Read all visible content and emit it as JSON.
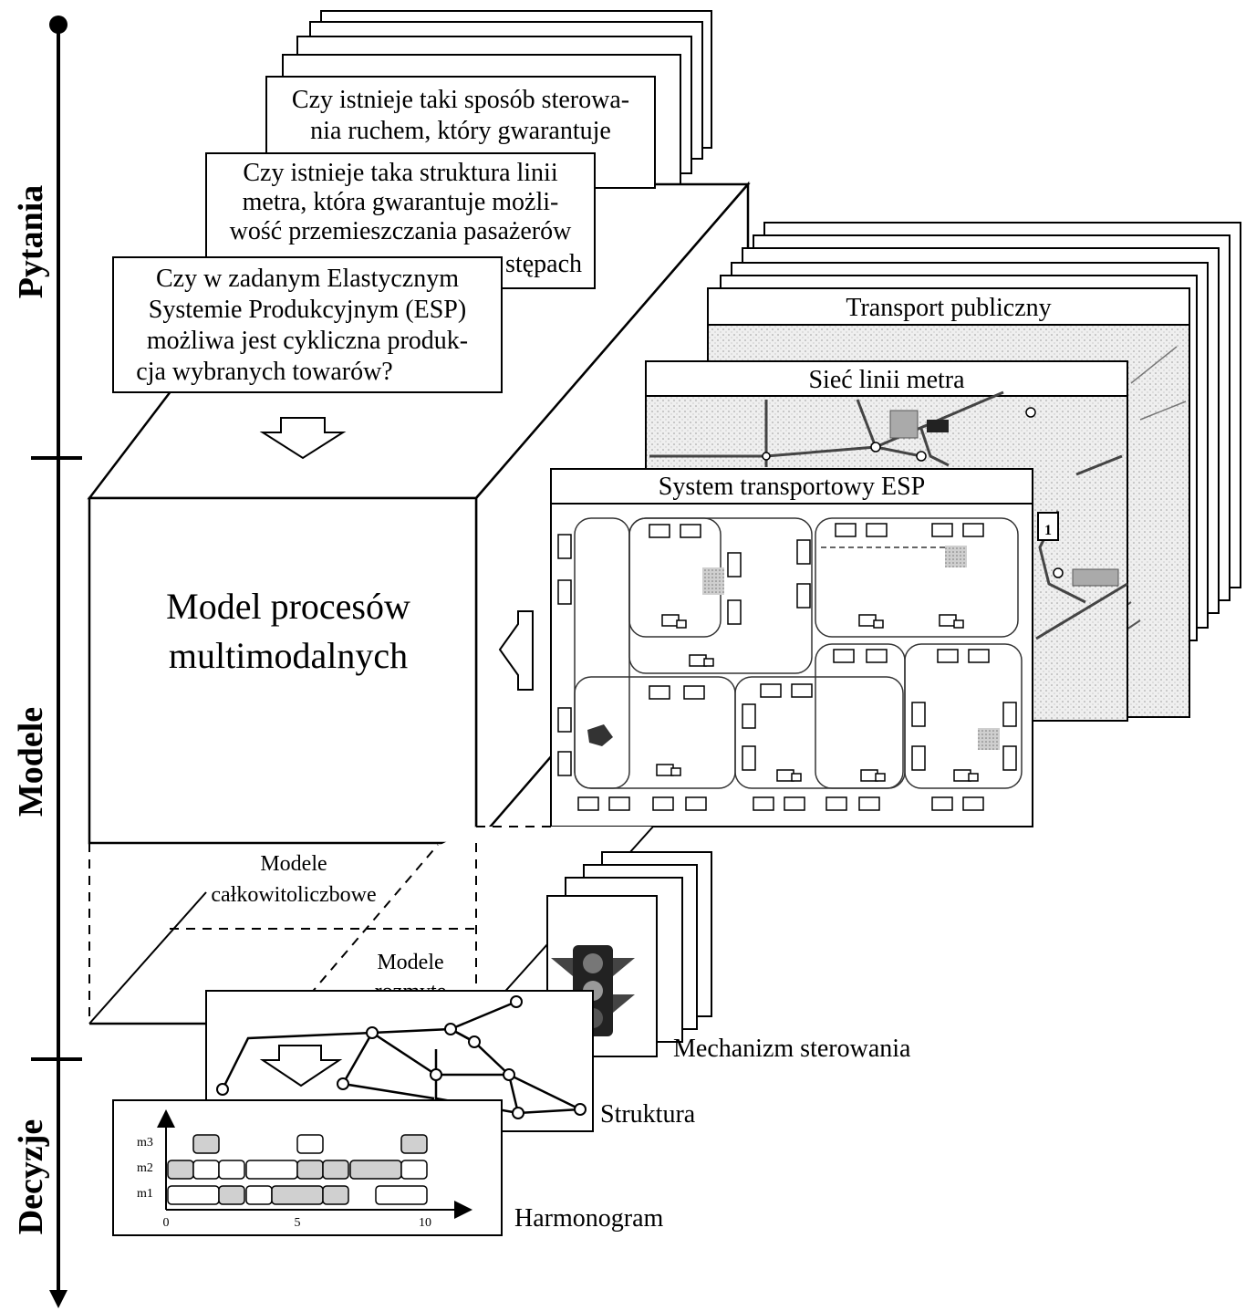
{
  "axis": {
    "labels": [
      "Pytania",
      "Modele",
      "Decyzje"
    ]
  },
  "questions": {
    "q1": [
      "Czy istnieje taki sposób sterowa-",
      "nia ruchem, który gwarantuje"
    ],
    "q2": [
      "Czy istnieje taka struktura linii",
      "metra, która gwarantuje możli-",
      "wość przemieszczania pasażerów",
      "stępach"
    ],
    "q3": [
      "Czy w zadanym Elastycznym",
      "Systemie Produkcyjnym (ESP)",
      "możliwa jest cykliczna produk-",
      "cja wybranych towarów?"
    ]
  },
  "model": {
    "title_line1": "Model procesów",
    "title_line2": "multimodalnych",
    "bottom_a_line1": "Modele",
    "bottom_a_line2": "całkowitoliczbowe",
    "bottom_b_line1": "Modele",
    "bottom_b_line2": "rozmyte"
  },
  "panels": {
    "transport": "Transport publiczny",
    "metro": "Sieć linii metra",
    "esp": "System transportowy ESP"
  },
  "outputs": {
    "mechanism": "Mechanizm sterowania",
    "structure": "Struktura",
    "schedule": "Harmonogram"
  },
  "chart_data": {
    "type": "gantt",
    "rows": [
      "m3",
      "m2",
      "m1"
    ],
    "x_ticks": [
      "0",
      "5",
      "10"
    ],
    "xlim": [
      0,
      11
    ]
  }
}
